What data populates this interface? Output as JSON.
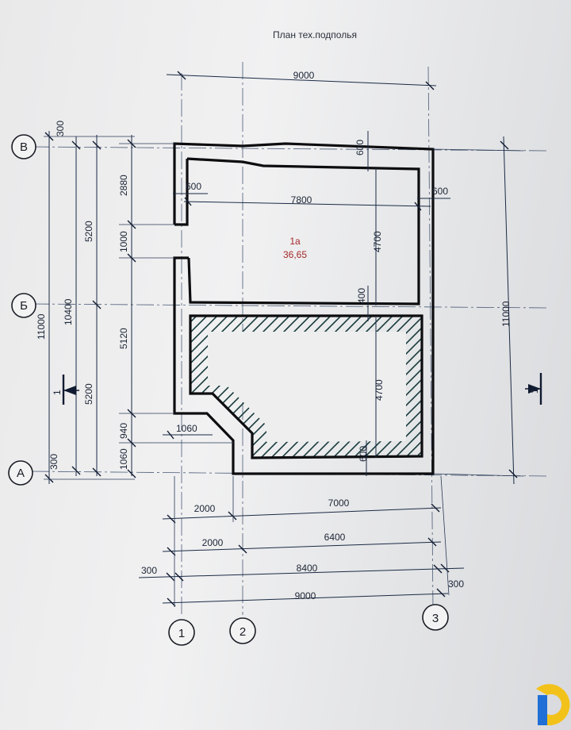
{
  "title": "План тех.подполья",
  "axes": {
    "vertical": [
      "1",
      "2",
      "3"
    ],
    "horizontal": [
      "А",
      "Б",
      "В"
    ]
  },
  "room": {
    "number": "1а",
    "area": "36,65"
  },
  "dimensions": {
    "top_overall": "9000",
    "inner_top_width": "7800",
    "wall_left_600": "600",
    "wall_top_600": "600",
    "wall_right_600": "600",
    "upper_room_height": "4700",
    "partition_400": "400",
    "lower_area_height": "4700",
    "lower_wall_600": "600",
    "notch_1060": "1060",
    "left_300_top": "300",
    "left_2880": "2880",
    "left_1000": "1000",
    "left_5120": "5120",
    "left_940": "940",
    "left_1060": "1060",
    "left_300_bottom": "300",
    "left_5200_top": "5200",
    "left_5200_bottom": "5200",
    "left_10400": "10400",
    "left_11000": "11000",
    "right_11000": "11000",
    "row1_left": "2000",
    "row1_right": "7000",
    "row2_left": "2000",
    "row2_right": "6400",
    "row3_left": "300",
    "row3_mid": "8400",
    "row3_right": "300",
    "row4_total": "9000"
  },
  "section_marks": {
    "left": "1",
    "right": "1"
  },
  "colors": {
    "wall": "#0d0d10",
    "dimension": "#1a2a44",
    "room_label": "#a42a2a",
    "hatch": "#173a3a",
    "logo_yellow": "#f2c21b",
    "logo_blue": "#1f6fd6"
  }
}
